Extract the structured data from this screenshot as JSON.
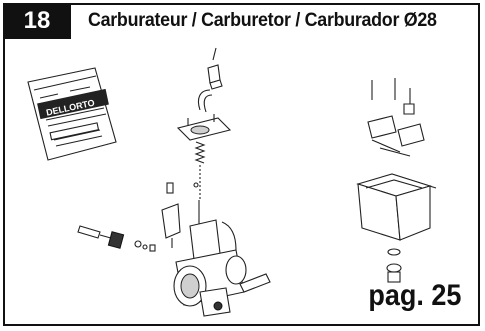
{
  "badge": {
    "number": "18"
  },
  "header": {
    "title": "Carburateur / Carburetor / Carburador Ø28"
  },
  "footer": {
    "page_ref": "pag. 25"
  },
  "packet": {
    "brand": "DELLORTO"
  }
}
